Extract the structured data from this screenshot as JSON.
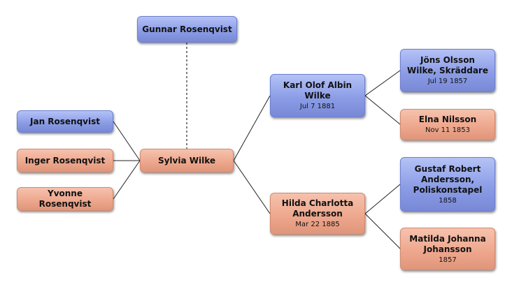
{
  "tree": {
    "spouse": {
      "name": "Gunnar Rosenqvist"
    },
    "children": [
      {
        "name": "Jan Rosenqvist"
      },
      {
        "name": "Inger Rosenqvist"
      },
      {
        "name": "Yvonne Rosenqvist"
      }
    ],
    "root": {
      "name": "Sylvia Wilke"
    },
    "father": {
      "name": "Karl Olof Albin Wilke",
      "date": "Jul 7 1881"
    },
    "mother": {
      "name": "Hilda Charlotta Andersson",
      "date": "Mar 22 1885"
    },
    "paternal_grandfather": {
      "name": "Jöns Olsson Wilke, Skräddare",
      "date": "Jul 19 1857"
    },
    "paternal_grandmother": {
      "name": "Elna Nilsson",
      "date": "Nov 11 1853"
    },
    "maternal_grandfather": {
      "name": "Gustaf Robert Andersson, Poliskonstapel",
      "date": "1858"
    },
    "maternal_grandmother": {
      "name": "Matilda Johanna Johansson",
      "date": "1857"
    }
  },
  "colors": {
    "male": "#8c9de6",
    "female": "#eea88e",
    "line": "#222222",
    "spouse_line": "#555555"
  }
}
